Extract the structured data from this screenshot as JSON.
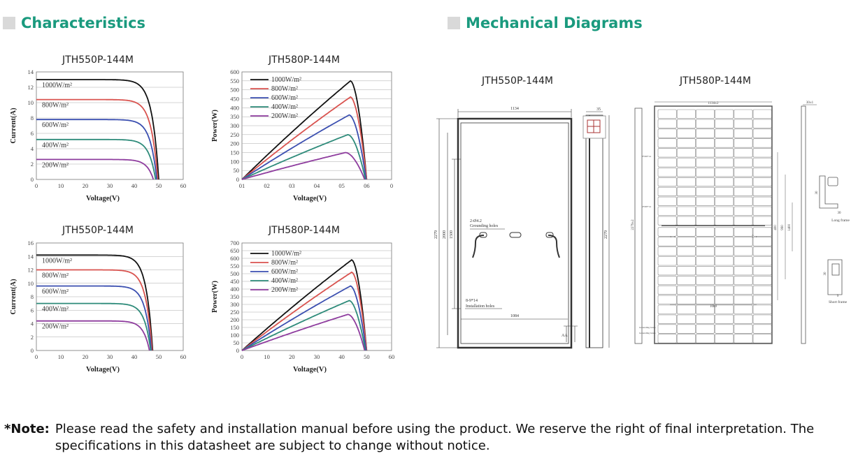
{
  "sections": {
    "characteristics": "Characteristics",
    "mechanical": "Mechanical Diagrams"
  },
  "colors": {
    "accent": "#1a9a7e",
    "series": [
      "#111111",
      "#d9534f",
      "#3b4fb0",
      "#2e8b7a",
      "#8e3c9e"
    ]
  },
  "chart_data": [
    {
      "type": "line",
      "title": "JTH550P-144M",
      "xlabel": "Voltage(V)",
      "ylabel": "Current(A)",
      "xlim": [
        0,
        60
      ],
      "ylim": [
        0,
        14
      ],
      "xticks": [
        "0",
        "10",
        "20",
        "30",
        "40",
        "50",
        "60"
      ],
      "yticks": [
        "0",
        "2",
        "4",
        "6",
        "8",
        "10",
        "12",
        "14"
      ],
      "grid": true,
      "series": [
        {
          "name": "1000W/m²",
          "isc": 13.0,
          "voc": 50.0
        },
        {
          "name": "800W/m²",
          "isc": 10.4,
          "voc": 49.6
        },
        {
          "name": "600W/m²",
          "isc": 7.8,
          "voc": 49.2
        },
        {
          "name": "400W/m²",
          "isc": 5.2,
          "voc": 48.7
        },
        {
          "name": "200W/m²",
          "isc": 2.6,
          "voc": 47.8
        }
      ]
    },
    {
      "type": "line",
      "title": "JTH580P-144M",
      "xlabel": "Voltage(V)",
      "ylabel": "Power(W)",
      "xlim": [
        0,
        60
      ],
      "ylim": [
        0,
        600
      ],
      "xticks": [
        "01",
        "02",
        "03",
        "04",
        "05",
        "06",
        "0"
      ],
      "yticks": [
        "0",
        "50",
        "100",
        "150",
        "200",
        "250",
        "300",
        "350",
        "400",
        "450",
        "500",
        "550",
        "600"
      ],
      "grid": true,
      "series": [
        {
          "name": "1000W/m²",
          "pmax": 550,
          "vmp": 43.5,
          "voc": 50.0
        },
        {
          "name": "800W/m²",
          "pmax": 460,
          "vmp": 43.5,
          "voc": 50.0
        },
        {
          "name": "600W/m²",
          "pmax": 360,
          "vmp": 43.0,
          "voc": 49.8
        },
        {
          "name": "400W/m²",
          "pmax": 250,
          "vmp": 42.5,
          "voc": 49.5
        },
        {
          "name": "200W/m²",
          "pmax": 150,
          "vmp": 41.5,
          "voc": 49.2
        }
      ]
    },
    {
      "type": "line",
      "title": "JTH550P-144M",
      "xlabel": "Voltage(V)",
      "ylabel": "Current(A)",
      "xlim": [
        0,
        60
      ],
      "ylim": [
        0,
        16
      ],
      "xticks": [
        "0",
        "10",
        "20",
        "30",
        "40",
        "50",
        "60"
      ],
      "yticks": [
        "0",
        "2",
        "4",
        "6",
        "8",
        "10",
        "12",
        "14",
        "16"
      ],
      "grid": true,
      "series": [
        {
          "name": "1000W/m²",
          "isc": 14.2,
          "voc": 47.5
        },
        {
          "name": "800W/m²",
          "isc": 12.0,
          "voc": 47.3
        },
        {
          "name": "600W/m²",
          "isc": 9.6,
          "voc": 47.0
        },
        {
          "name": "400W/m²",
          "isc": 7.0,
          "voc": 46.7
        },
        {
          "name": "200W/m²",
          "isc": 4.4,
          "voc": 46.2
        }
      ]
    },
    {
      "type": "line",
      "title": "JTH580P-144M",
      "xlabel": "Voltage(V)",
      "ylabel": "Power(W)",
      "xlim": [
        0,
        60
      ],
      "ylim": [
        0,
        700
      ],
      "xticks": [
        "0",
        "10",
        "20",
        "30",
        "40",
        "50",
        "60"
      ],
      "yticks": [
        "0",
        "50",
        "100",
        "150",
        "200",
        "250",
        "300",
        "350",
        "400",
        "450",
        "500",
        "550",
        "600",
        "650",
        "700"
      ],
      "grid": true,
      "series": [
        {
          "name": "1000W/m²",
          "pmax": 590,
          "vmp": 44.0,
          "voc": 50.0
        },
        {
          "name": "800W/m²",
          "pmax": 510,
          "vmp": 44.0,
          "voc": 50.0
        },
        {
          "name": "600W/m²",
          "pmax": 420,
          "vmp": 43.5,
          "voc": 49.8
        },
        {
          "name": "400W/m²",
          "pmax": 325,
          "vmp": 43.0,
          "voc": 49.5
        },
        {
          "name": "200W/m²",
          "pmax": 235,
          "vmp": 42.5,
          "voc": 49.2
        }
      ]
    }
  ],
  "diagrams": {
    "left": {
      "title": "JTH550P-144M",
      "dim_width": "1134",
      "dim_frame": "35",
      "dim_height_outer": "2279",
      "dim_height_2000": "2000",
      "dim_height_1500": "1500",
      "dim_height_side": "2279",
      "dim_bottom": "1084",
      "ground_label_1": "2-Ø4.2",
      "ground_label_2": "Grounding holes",
      "install_label_1": "8-9*14",
      "install_label_2": "Installation holes",
      "section_label": "AA"
    },
    "right": {
      "title": "JTH580P-144M",
      "dim_width": "1134±2",
      "dim_height": "2279±2",
      "dim_frame": "30±1",
      "dim_inner": "1089",
      "dim_v1": "400",
      "dim_v2": "990",
      "dim_v3": "1400",
      "small_1": "8*Ø9*14",
      "small_2": "4*Ø9*14",
      "small_3": "Grounding holes",
      "small_4": "Grounding holes",
      "long_frame": "Long frame",
      "short_frame": "Short frame",
      "lf_h": "30",
      "lf_w": "30",
      "sf_h": "30",
      "sf_w": "9"
    }
  },
  "note": {
    "label": "*Note:",
    "text": "Please read the safety and installation manual before using the product. We reserve the right of final interpretation. The specifications in this datasheet are subject to change without notice."
  }
}
